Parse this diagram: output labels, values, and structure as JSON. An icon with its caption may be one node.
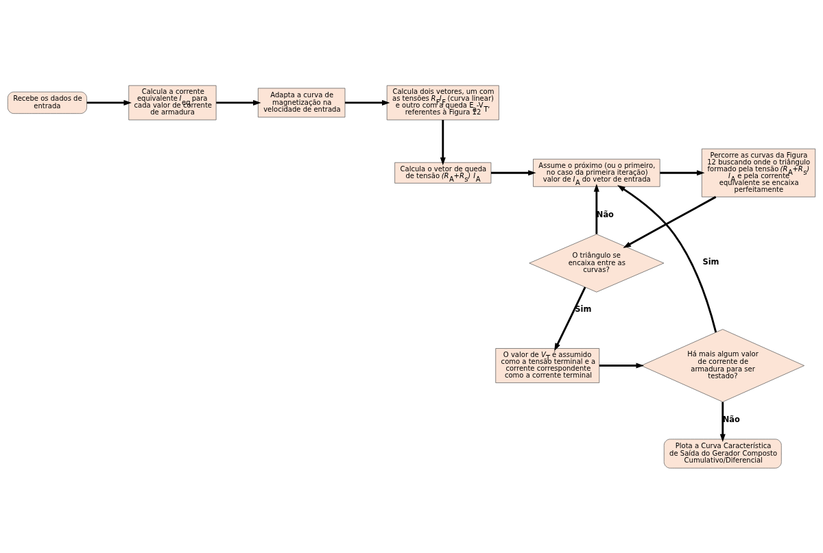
{
  "diagram": {
    "nodes": [
      {
        "text": [
          "Recebe os dados de entrada"
        ]
      },
      {
        "text": [
          "Calcula a corrente equivalente *I*$_{eq}$ para cada valor de corrente de armadura"
        ]
      },
      {
        "text": [
          "Adapta a curva de magnetização na velocidade de entrada"
        ]
      },
      {
        "text": [
          "Calcula dois vetores, um com as tensões *R*$_{F}$*I*$_{F}$ (curva linear) e outro com a queda E$_{a}$-V$_{T}$, referentes à Figura 12"
        ]
      },
      {
        "text": [
          "Calcula o vetor de queda de tensão *(R*$_{A}$*+R*$_{s}$*)* *I*$_{A}$"
        ]
      },
      {
        "text": [
          "Assume o próximo (ou o primeiro, no caso da primeira iteração) valor de *I*$_{A}$ do vetor de entrada"
        ]
      },
      {
        "text": [
          "Percorre as curvas da Figura 12 buscando onde o triângulo formado pela tensão *(R*$_{A}$*+R*$_{s}$*)* *I*$_{A}$ e pela corrente equivalente se encaixa perfeitamente"
        ]
      },
      {
        "text": [
          "O triângulo se encaixa entre as curvas?"
        ]
      },
      {
        "text": [
          "O valor de *V*$_{T}$ é assumido como a tensão terminal e a corrente correspondente como a corrente terminal"
        ]
      },
      {
        "text": [
          "Há mais algum valor de corrente de armadura para ser testado?"
        ]
      },
      {
        "text": [
          "Plota a Curva Característica de Saída do Gerador Composto Cumulativo/Diferencial"
        ]
      }
    ],
    "edges": [
      {
        "from": 0,
        "to": 1,
        "arrow": "to"
      },
      {
        "from": 1,
        "to": 2,
        "arrow": "to"
      },
      {
        "from": 2,
        "to": 3,
        "arrow": "to"
      },
      {
        "from": 3,
        "to": 4,
        "arrow": "to"
      },
      {
        "from": 4,
        "to": 5,
        "arrow": "to"
      },
      {
        "from": 5,
        "to": 6,
        "arrow": "to"
      },
      {
        "from": 6,
        "to": 7,
        "arrow": "to"
      },
      {
        "from": 7,
        "to": 5,
        "arrow": "to",
        "label": "Não"
      },
      {
        "from": 7,
        "to": 8,
        "arrow": "to",
        "label": "Sim"
      },
      {
        "from": 8,
        "to": 9,
        "arrow": "to"
      },
      {
        "from": 9,
        "to": 5,
        "arrow": "to",
        "label": "Sim"
      },
      {
        "from": 9,
        "to": 10,
        "arrow": "to",
        "label": "Não"
      }
    ]
  }
}
